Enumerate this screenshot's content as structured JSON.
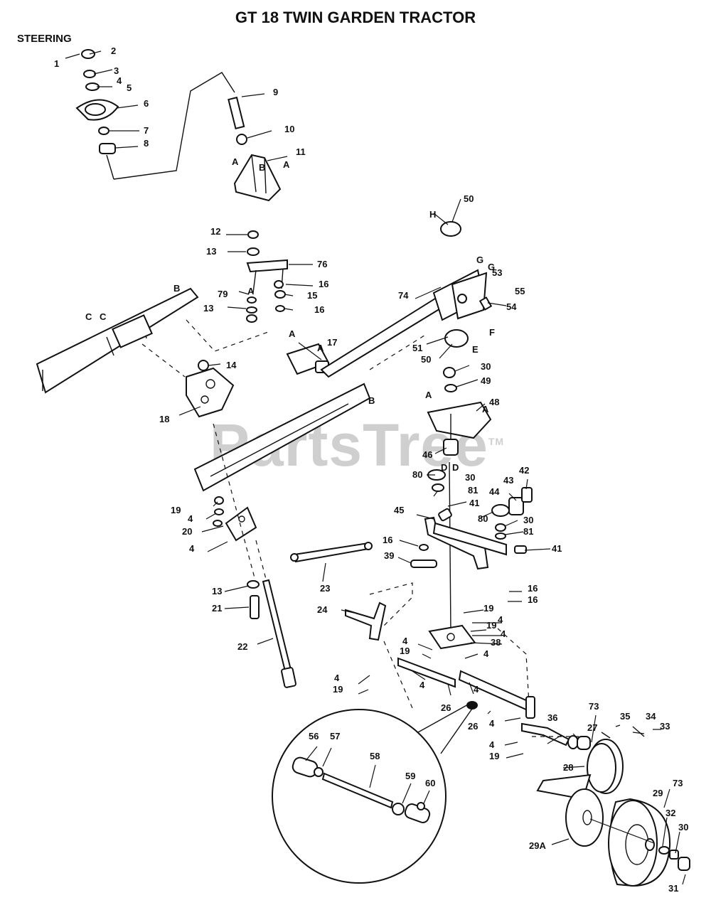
{
  "title": "GT 18 TWIN GARDEN TRACTOR",
  "section_label": "STEERING",
  "watermark": "PartsTree",
  "watermark_tm": "TM",
  "callouts": [
    "1",
    "2",
    "3",
    "4",
    "5",
    "6",
    "7",
    "8",
    "9",
    "10",
    "11",
    "12",
    "13",
    "14",
    "15",
    "16",
    "17",
    "18",
    "19",
    "20",
    "21",
    "22",
    "23",
    "24",
    "26",
    "27",
    "28",
    "29",
    "29A",
    "30",
    "31",
    "32",
    "33",
    "34",
    "35",
    "36",
    "38",
    "39",
    "41",
    "42",
    "43",
    "44",
    "45",
    "46",
    "48",
    "49",
    "50",
    "51",
    "53",
    "54",
    "55",
    "56",
    "57",
    "58",
    "59",
    "60",
    "73",
    "74",
    "76",
    "79",
    "80",
    "81"
  ],
  "reference_letters": [
    "A",
    "B",
    "C",
    "D",
    "E",
    "F",
    "G",
    "H"
  ]
}
